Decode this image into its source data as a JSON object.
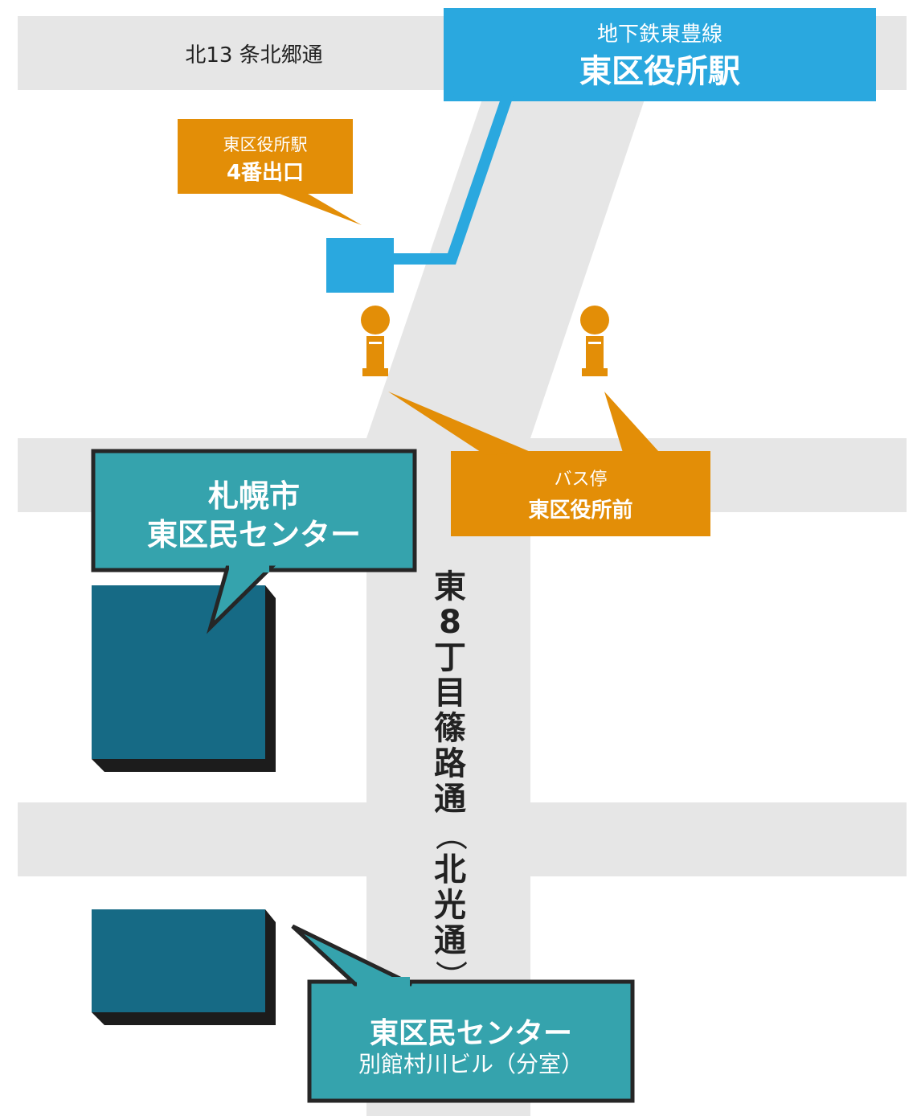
{
  "streets": {
    "north13": "北13 条北郷通",
    "east8_chars": [
      "東",
      "8",
      "丁",
      "目",
      "篠",
      "路",
      "通",
      "（",
      "北",
      "光",
      "通",
      "）"
    ]
  },
  "subway_station": {
    "line": "地下鉄東豊線",
    "name": "東区役所駅",
    "color": "#2aa8df"
  },
  "exit_label": {
    "station": "東区役所駅",
    "exit": "4番出口",
    "color": "#e38e07"
  },
  "bus_stop": {
    "title": "バス停",
    "name": "東区役所前",
    "icon": "bus-stop-icon",
    "color": "#e38e07"
  },
  "civic_center": {
    "line1": "札幌市",
    "line2": "東区民センター",
    "color": "#35a3ad"
  },
  "annex": {
    "line1": "東区民センター",
    "line2": "別館村川ビル（分室）",
    "color": "#35a3ad"
  },
  "colors": {
    "road": "#e6e6e6",
    "building": "#166a85",
    "building_shadow": "#1c1c1c",
    "callout_border": "#262626"
  }
}
